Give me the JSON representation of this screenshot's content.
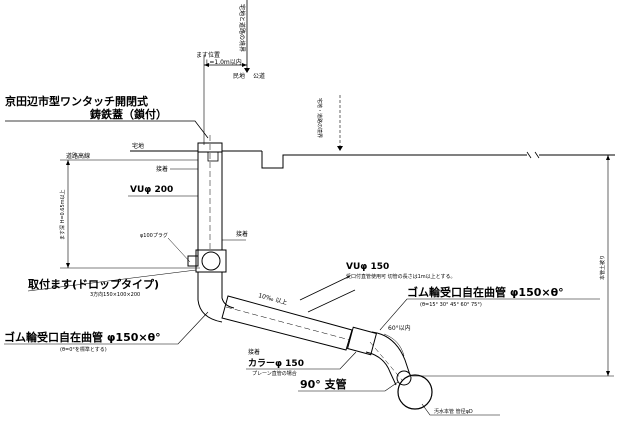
{
  "labels": {
    "boundary": "宅地と道路の境界",
    "basin_pos": "ます位置",
    "basin_dist": "L=1.0m以内",
    "private_land": "民地",
    "public_road": "公道",
    "road_boundary": "宅地・道路の境界",
    "cover_title1": "京田辺市型ワンタッチ開閉式",
    "cover_title2": "鋳鉄蓋（鎖付）",
    "residential": "宅地",
    "road_surface": "道路高線",
    "adhesive1": "接着",
    "vu200": "VUφ 200",
    "basin_depth": "ます深 H=0.65m以上",
    "plug": "φ100プラグ",
    "adhesive2": "接着",
    "basin_type": "取付ます(ドロップタイプ)",
    "basin_size": "3方向150×100×200",
    "rubber_bend_left": "ゴム輪受口自在曲管 φ150×θ°",
    "rubber_bend_left_note": "(θ=0°を標準とする)",
    "slope": "10‰ 以上",
    "vu150": "VUφ 150",
    "vu150_note": "受口付直管使用可 切管の長さは1m以上とする。",
    "rubber_bend_right": "ゴム輪受口自在曲管 φ150×θ°",
    "rubber_bend_right_note": "(θ=15° 30° 45° 60° 75°)",
    "angle": "60°以内",
    "adhesive3": "接着",
    "collar": "カラーφ 150",
    "collar_note": "プレーン直管の場合",
    "branch": "90° 支管",
    "main_pipe": "汚水本管 管径φD",
    "main_depth": "本管土被り"
  }
}
